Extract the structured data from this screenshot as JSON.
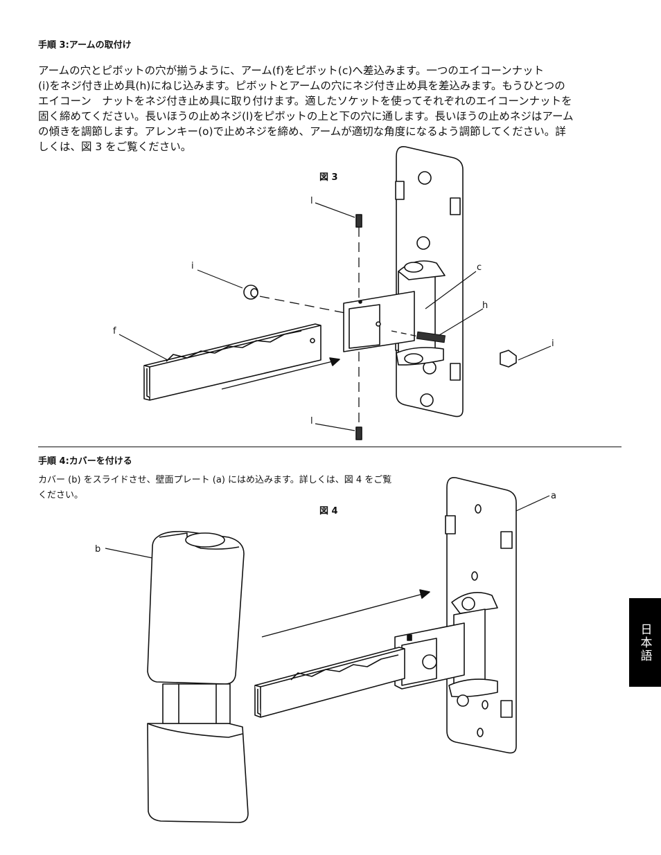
{
  "step3": {
    "heading": "手順 3:アームの取付け",
    "paragraph_lines": [
      "アームの穴とピボットの穴が揃うように、アーム(f)をピボット(c)へ差込みます。一つのエイコーンナット",
      "(i)をネジ付き止め具(h)にねじ込みます。ピボットとアームの穴にネジ付き止め具を差込みます。もうひとつの",
      "エイコーン　ナットをネジ付き止め具に取り付けます。適したソケットを使ってそれぞれのエイコーンナットを",
      "固く締めてください。長いほうの止めネジ(l)をピボットの上と下の穴に通します。長いほうの止めネジはアーム",
      "の傾きを調節します。アレンキー(o)で止めネジを締め、アームが適切な角度になるよう調節してください。詳",
      "しくは、図 3 をご覧ください。"
    ],
    "figure_label": "図 3",
    "callouts": {
      "l_top": "l",
      "i_left": "i",
      "f": "f",
      "c": "c",
      "h": "h",
      "i_right": "i",
      "l_bottom": "l"
    }
  },
  "step4": {
    "heading": "手順 4:カバーを付ける",
    "paragraph_lines": [
      "カバー (b) をスライドさせ、壁面プレート (a) にはめ込みます。詳しくは、図 4 をご覧",
      "ください。"
    ],
    "figure_label": "図 4",
    "callouts": {
      "a": "a",
      "b": "b"
    }
  },
  "language_tab": "日本語"
}
